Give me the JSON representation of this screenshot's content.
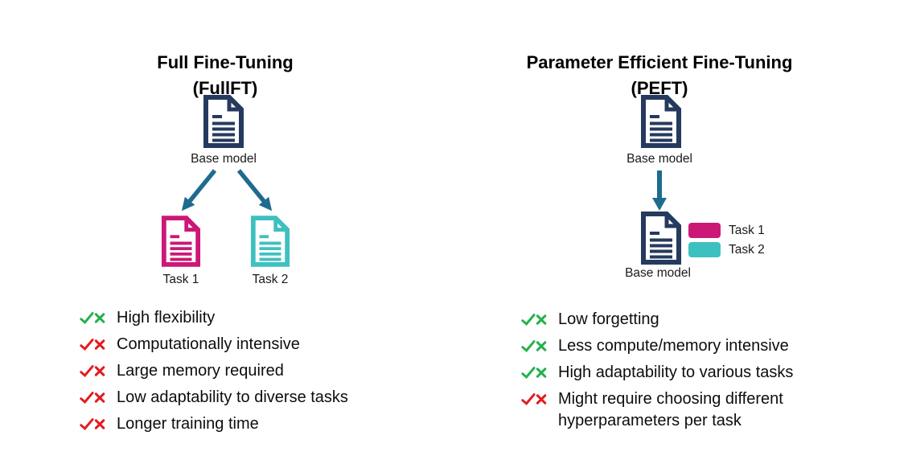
{
  "colors": {
    "navy": "#253A5E",
    "steel": "#1F6B8E",
    "magenta": "#CB1877",
    "teal": "#3FC0C0",
    "green": "#23B14D",
    "red": "#E21C21",
    "text": "#0d0d0d"
  },
  "icons": {
    "document-icon": "outlined page with folded top-right corner and text lines",
    "check-icon": "green checkmark",
    "cross-icon": "red X mark",
    "arrow-icon": "steel-blue arrow connector"
  },
  "left": {
    "title_line1": "Full Fine-Tuning",
    "title_line2": "(FullFT)",
    "base_label": "Base model",
    "task1_label": "Task 1",
    "task2_label": "Task 2",
    "items": [
      {
        "type": "check",
        "text": "High flexibility"
      },
      {
        "type": "cross",
        "text": "Computationally intensive"
      },
      {
        "type": "cross",
        "text": "Large memory required"
      },
      {
        "type": "cross",
        "text": "Low adaptability to diverse tasks"
      },
      {
        "type": "cross",
        "text": "Longer training time"
      }
    ]
  },
  "right": {
    "title_line1": "Parameter Efficient Fine-Tuning",
    "title_line2": "(PEFT)",
    "base_label_top": "Base model",
    "base_label_bottom": "Base model",
    "legend": [
      {
        "label": "Task 1",
        "color": "#CB1877"
      },
      {
        "label": "Task 2",
        "color": "#3FC0C0"
      }
    ],
    "items": [
      {
        "type": "check",
        "text": "Low forgetting"
      },
      {
        "type": "check",
        "text": "Less compute/memory intensive"
      },
      {
        "type": "check",
        "text": "High adaptability to various tasks"
      },
      {
        "type": "cross",
        "text": "Might require choosing different hyperparameters per task"
      }
    ]
  }
}
